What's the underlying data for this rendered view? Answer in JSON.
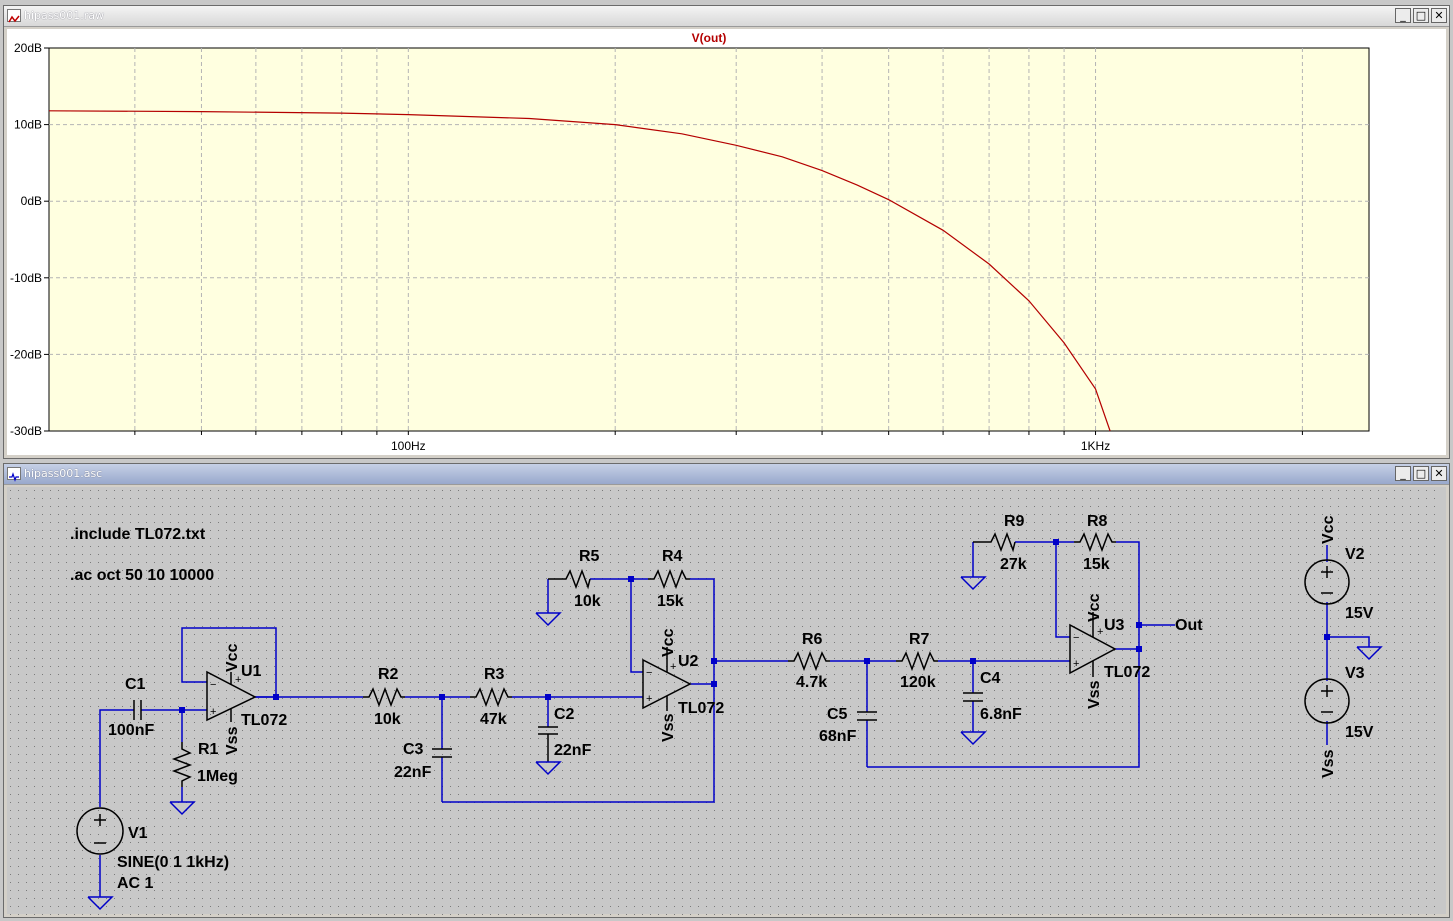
{
  "colors": {
    "plot_bg": "#ffffe0",
    "trace": "#b40000",
    "grid": "#b4b4b4",
    "schem_bg": "#c8c8c8",
    "wire": "#0000c8",
    "component": "#000000"
  },
  "icons": {
    "waveform_window": "waveform-icon",
    "schematic_window": "schematic-icon",
    "minimize": "minimize-icon",
    "maximize": "maximize-icon",
    "close": "close-icon"
  },
  "window_buttons": {
    "minimize": "_",
    "maximize": "□",
    "close": "✕"
  },
  "waveform_window": {
    "title": "hipass001.raw",
    "trace_label": "V(out)"
  },
  "chart_data": {
    "type": "line",
    "title": "V(out)",
    "xscale": "log",
    "xlim": [
      30,
      2500
    ],
    "ylim": [
      -30,
      20
    ],
    "yticks": [
      20,
      10,
      0,
      -10,
      -20,
      -30
    ],
    "ytick_labels": [
      "20dB",
      "10dB",
      "0dB",
      "-10dB",
      "-20dB",
      "-30dB"
    ],
    "xticks": [
      100,
      1000
    ],
    "xtick_labels": [
      "100Hz",
      "1KHz"
    ],
    "grid": true,
    "series": [
      {
        "name": "V(out)",
        "x": [
          30,
          50,
          80,
          100,
          150,
          200,
          250,
          300,
          350,
          400,
          450,
          500,
          600,
          700,
          800,
          900,
          1000,
          1050
        ],
        "y": [
          11.8,
          11.7,
          11.5,
          11.3,
          10.8,
          10.0,
          8.8,
          7.3,
          5.8,
          4.0,
          2.1,
          0.2,
          -3.8,
          -8.2,
          -13.0,
          -18.5,
          -24.5,
          -30.0
        ]
      }
    ]
  },
  "schematic_window": {
    "title": "hipass001.asc",
    "directives": [
      ".include TL072.txt",
      ".ac oct 50 10 10000"
    ],
    "components": {
      "C1": {
        "name": "C1",
        "value": "100nF"
      },
      "R1": {
        "name": "R1",
        "value": "1Meg"
      },
      "U1": {
        "name": "U1",
        "model": "TL072",
        "vcc": "Vcc",
        "vss": "Vss"
      },
      "R2": {
        "name": "R2",
        "value": "10k"
      },
      "R3": {
        "name": "R3",
        "value": "47k"
      },
      "C2": {
        "name": "C2",
        "value": "22nF"
      },
      "C3": {
        "name": "C3",
        "value": "22nF"
      },
      "R5": {
        "name": "R5",
        "value": "10k"
      },
      "R4": {
        "name": "R4",
        "value": "15k"
      },
      "U2": {
        "name": "U2",
        "model": "TL072",
        "vcc": "Vcc",
        "vss": "Vss"
      },
      "R6": {
        "name": "R6",
        "value": "4.7k"
      },
      "R7": {
        "name": "R7",
        "value": "120k"
      },
      "C4": {
        "name": "C4",
        "value": "6.8nF"
      },
      "C5": {
        "name": "C5",
        "value": "68nF"
      },
      "R9": {
        "name": "R9",
        "value": "27k"
      },
      "R8": {
        "name": "R8",
        "value": "15k"
      },
      "U3": {
        "name": "U3",
        "model": "TL072",
        "vcc": "Vcc",
        "vss": "Vss"
      },
      "V1": {
        "name": "V1",
        "value": "SINE(0 1 1kHz)",
        "value2": "AC 1"
      },
      "V2": {
        "name": "V2",
        "value": "15V",
        "net": "Vcc"
      },
      "V3": {
        "name": "V3",
        "value": "15V",
        "net": "Vss"
      }
    },
    "out_label": "Out"
  }
}
